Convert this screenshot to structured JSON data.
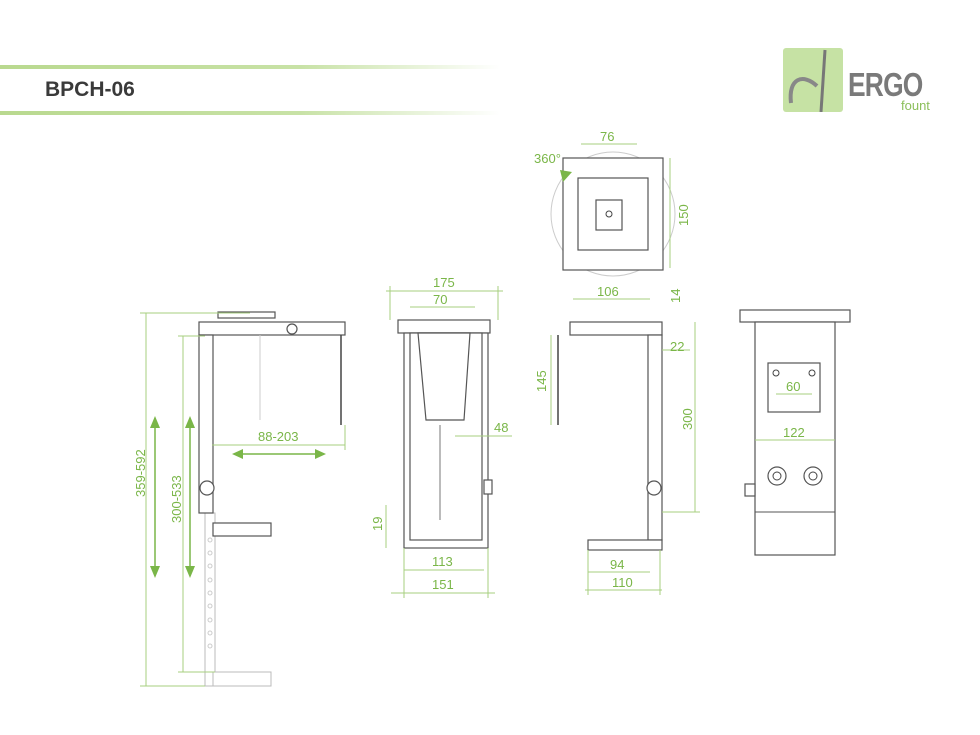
{
  "header": {
    "title": "BPCH-06"
  },
  "logo": {
    "brand": "ERGO",
    "sub": "fount"
  },
  "colors": {
    "accent": "#7ab648",
    "dim_line": "#a7cf7f",
    "outline": "#555555"
  },
  "dimensions": {
    "side_view": {
      "total_height": "359-592",
      "inner_height": "300-533",
      "width_range": "88-203"
    },
    "front_view": {
      "top_width": "175",
      "mount_width": "70",
      "depth": "48",
      "bottom_lip": "19",
      "inner_width": "113",
      "outer_width": "151"
    },
    "top_view": {
      "plate_width": "76",
      "plate_height": "150",
      "rotation": "360°"
    },
    "right_view": {
      "top_width": "106",
      "plate_offset": "14",
      "rail_width": "22",
      "plate_height": "145",
      "height": "300",
      "shelf_inner": "94",
      "shelf_outer": "110"
    },
    "back_view": {
      "hole_spacing": "60",
      "width": "122"
    }
  }
}
